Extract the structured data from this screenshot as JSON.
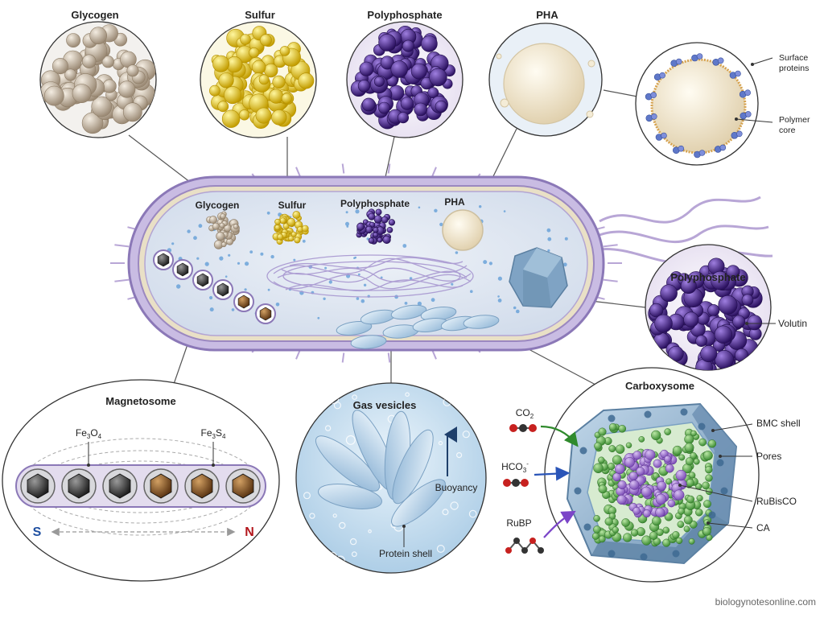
{
  "insets": {
    "glycogen": {
      "title": "Glycogen"
    },
    "sulfur": {
      "title": "Sulfur"
    },
    "polyphosphate": {
      "title": "Polyphosphate"
    },
    "pha": {
      "title": "PHA"
    },
    "pha_detail": {
      "surface_proteins": [
        "Surface",
        "proteins"
      ],
      "polymer_core": [
        "Polymer",
        "core"
      ]
    },
    "polyphosphate_detail": {
      "title": "Polyphosphate",
      "volutin": "Volutin"
    },
    "magnetosome": {
      "title": "Magnetosome",
      "fe3o4": {
        "base": "Fe",
        "s1": "3",
        "mid": "O",
        "s2": "4"
      },
      "fe3s4": {
        "base": "Fe",
        "s1": "3",
        "mid": "S",
        "s2": "4"
      },
      "south": "S",
      "north": "N"
    },
    "gas_vesicles": {
      "title": "Gas vesicles",
      "buoyancy": "Buoyancy",
      "protein_shell": "Protein shell"
    },
    "carboxysome": {
      "title": "Carboxysome",
      "co2": {
        "base": "CO",
        "sub": "2"
      },
      "hco3": {
        "base": "HCO",
        "sub": "3",
        "sup": "-"
      },
      "rubp": "RuBP",
      "bmc_shell": "BMC shell",
      "pores": "Pores",
      "rubisco": "RuBisCO",
      "ca": "CA"
    }
  },
  "cell": {
    "glycogen": "Glycogen",
    "sulfur": "Sulfur",
    "polyphosphate": "Polyphosphate",
    "pha": "PHA"
  },
  "colors": {
    "glycogen": "#cdbfae",
    "sulfur": "#e3c91e",
    "polyphosphate": "#4b2a8a",
    "pha": "#f0e6cc",
    "membrane": "#9b88c0",
    "cytoplasm": "#dde6f2",
    "magnetite": "#3a3a3a",
    "greigite": "#8a5a2b",
    "rubisco": "#9a6fc9",
    "ca": "#6ab25a",
    "shell": "#8fb2cf",
    "south": "#1f4fa0",
    "north": "#b3161c"
  },
  "credit": "biologynotesonline.com"
}
